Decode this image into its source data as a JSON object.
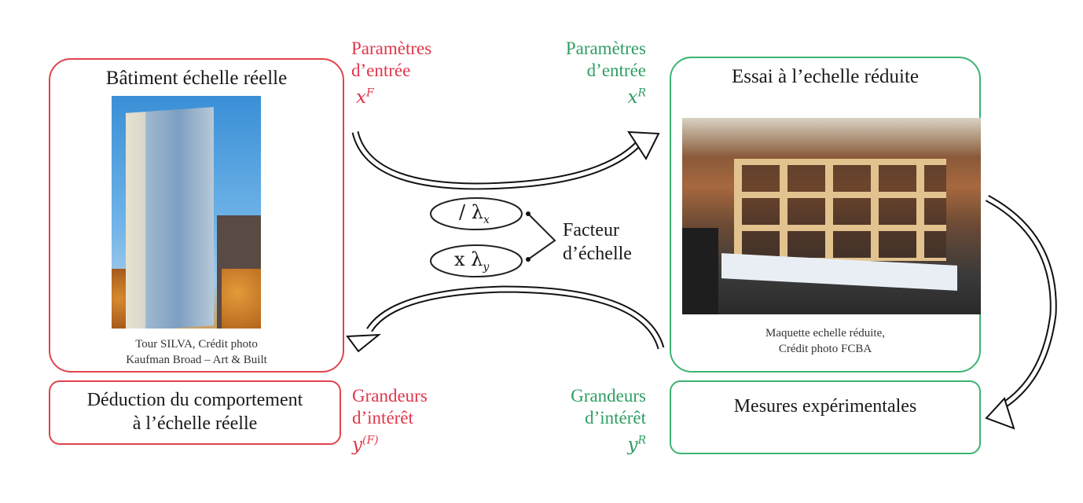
{
  "full_scale": {
    "title": "Bâtiment échelle réelle",
    "photo_caption_line1": "Tour SILVA, Crédit photo",
    "photo_caption_line2": "Kaufman Broad – Art & Built",
    "photo_subject": "building-photo",
    "border_color": "#e0444c"
  },
  "reduced_scale": {
    "title": "Essai à l’echelle réduite",
    "photo_caption_line1": "Maquette echelle réduite,",
    "photo_caption_line2": "Crédit photo FCBA",
    "photo_subject": "scale-model-photo",
    "border_color": "#3cb371"
  },
  "input_params_full": {
    "line1": "Paramètres",
    "line2": "d’entrée",
    "symbol": "x",
    "superscript": "F",
    "color": "#e0364a"
  },
  "input_params_reduced": {
    "line1": "Paramètres",
    "line2": "d’entrée",
    "symbol": "x",
    "superscript": "R",
    "color": "#2e9e62"
  },
  "scale_factor": {
    "label_line1": "Facteur",
    "label_line2": "d’échelle",
    "divide_op": "/ λ",
    "divide_sub": "x",
    "multiply_op": "x λ",
    "multiply_sub": "y"
  },
  "deduction_box": {
    "line1": "Déduction du comportement",
    "line2": "à l’échelle réelle"
  },
  "measures_box": {
    "line1": "Mesures expérimentales"
  },
  "output_full": {
    "line1": "Grandeurs",
    "line2": "d’intérêt",
    "symbol": "y",
    "superscript": "(F)",
    "color": "#e0364a"
  },
  "output_reduced": {
    "line1": "Grandeurs",
    "line2": "d’intérêt",
    "symbol": "y",
    "superscript": "R",
    "color": "#2e9e62"
  }
}
